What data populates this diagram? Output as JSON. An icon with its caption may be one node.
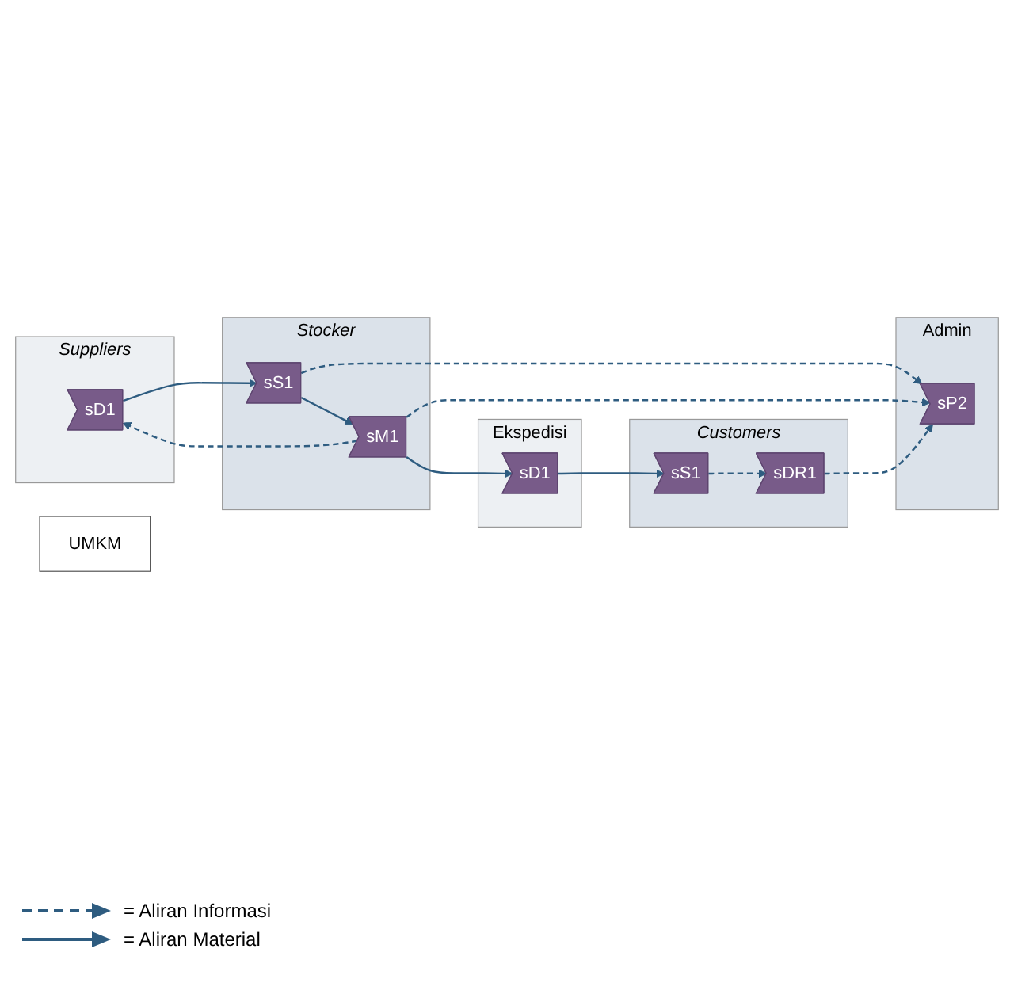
{
  "diagram": {
    "nodes": [
      {
        "text": [
          "Admin"
        ]
      },
      {
        "text": [
          "sP2"
        ],
        "in": 0
      },
      {
        "text": [
          "Suppliers"
        ]
      },
      {
        "text": [
          "sD1"
        ],
        "in": 2
      },
      {
        "text": [
          "Stocker"
        ]
      },
      {
        "text": [
          "sM1"
        ],
        "in": 4
      },
      {
        "text": [
          "sS1"
        ],
        "in": 4
      },
      {
        "text": [
          "Ekspedisi"
        ]
      },
      {
        "text": [
          "sD1"
        ],
        "in": 7
      },
      {
        "text": [
          "Customers"
        ]
      },
      {
        "text": [
          "sS1"
        ],
        "in": 9
      },
      {
        "text": [
          "sDR1"
        ],
        "in": 9
      },
      {
        "text": [
          "UMKM"
        ]
      }
    ],
    "edges": [
      {
        "from": 5,
        "to": 1,
        "arrow": "to",
        "style": "dashed"
      },
      {
        "from": 5,
        "to": 3,
        "arrow": "to",
        "style": "dashed"
      },
      {
        "from": 6,
        "to": 1,
        "arrow": "to",
        "style": "dashed"
      },
      {
        "from": 3,
        "to": 6,
        "arrow": "to"
      },
      {
        "from": 6,
        "to": 5,
        "arrow": "to"
      },
      {
        "from": 5,
        "to": 8,
        "arrow": "to"
      },
      {
        "from": 8,
        "to": 10,
        "arrow": "to"
      },
      {
        "from": 10,
        "to": 11,
        "arrow": "to",
        "style": "dashed"
      },
      {
        "from": 11,
        "to": 1,
        "arrow": "to",
        "style": "dashed"
      }
    ],
    "legend": [
      {
        "text": "= Aliran Informasi"
      },
      {
        "text": "= Aliran Material"
      }
    ]
  }
}
